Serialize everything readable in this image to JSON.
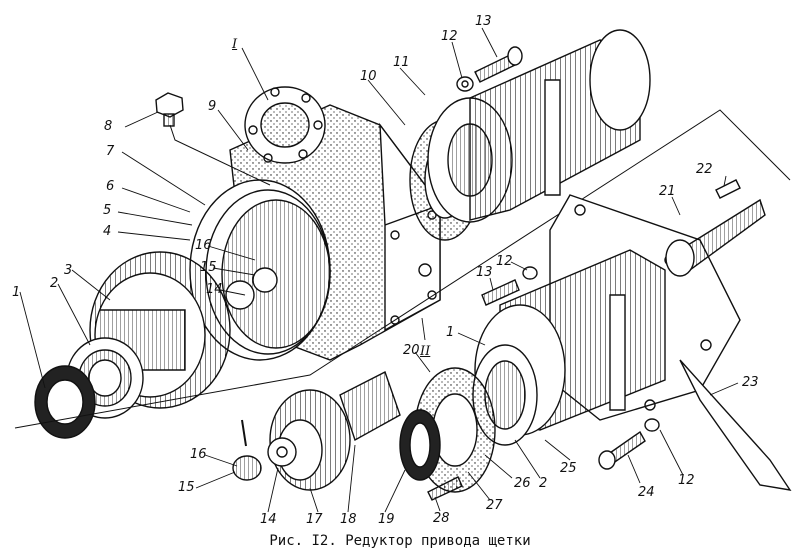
{
  "caption": "Рис. I2. Редуктор привода щетки",
  "ink_color": "#111111",
  "callouts": {
    "c1": "1",
    "c2": "2",
    "c3": "3",
    "c4": "4",
    "c5": "5",
    "c6": "6",
    "c7": "7",
    "c8": "8",
    "c9": "9",
    "c10": "10",
    "c11": "11",
    "c12": "12",
    "c13": "13",
    "roman1": "I",
    "c22": "22",
    "c21": "21",
    "c16a": "16",
    "c15a": "15",
    "c14a": "14",
    "c12b": "12",
    "c13b": "13",
    "c1b": "1",
    "c20": "20",
    "roman2": "II",
    "c23": "23",
    "c25": "25",
    "c16": "16",
    "c15": "15",
    "c14": "14",
    "c17": "17",
    "c18": "18",
    "c19": "19",
    "c28": "28",
    "c27": "27",
    "c26": "26",
    "c2b": "2",
    "c24": "24",
    "c12c": "12"
  }
}
